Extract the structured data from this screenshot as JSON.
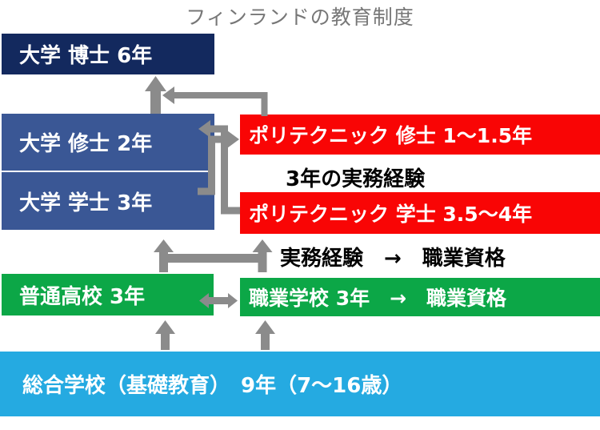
{
  "title": "フィンランドの教育制度",
  "boxes": {
    "univ_doctor": {
      "label": "大学 博士 6年",
      "color": "#13295E"
    },
    "univ_master": {
      "label": "大学 修士 2年",
      "color": "#3A5795"
    },
    "univ_bachelor": {
      "label": "大学 学士 3年",
      "color": "#3A5795"
    },
    "poly_master": {
      "label": "ポリテクニック 修士 1〜1.5年",
      "color": "#F90505"
    },
    "poly_bachelor": {
      "label": "ポリテクニック 学士 3.5〜4年",
      "color": "#F90505"
    },
    "general_high": {
      "label": "普通高校 3年",
      "color": "#0CA747"
    },
    "vocational": {
      "label": "職業学校 3年　→　職業資格",
      "color": "#0CA747"
    },
    "comprehensive": {
      "label": "総合学校（基礎教育）　9年（7〜16歳）",
      "color": "#25AAE1"
    }
  },
  "annotations": {
    "work_exp_3yr": "3年の実務経験",
    "work_exp_qual": "実務経験　→　職業資格"
  },
  "colors": {
    "arrow_gray": "#8B8B8B",
    "title_text": "#777777",
    "box_text": "#FFFFFF",
    "annotation_text": "#000000",
    "background": "#FFFFFF"
  }
}
